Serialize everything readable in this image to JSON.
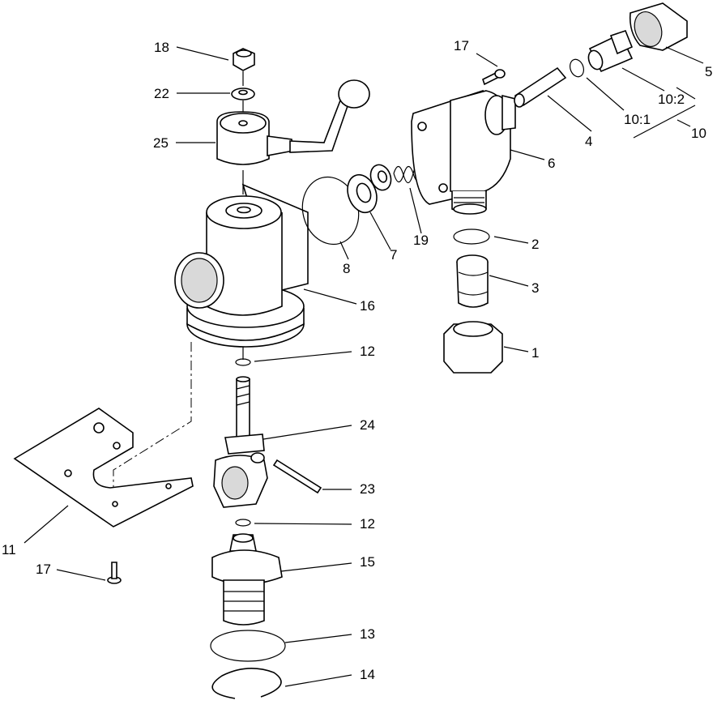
{
  "callouts": {
    "c1": "1",
    "c2": "2",
    "c3": "3",
    "c4": "4",
    "c5": "5",
    "c6": "6",
    "c7": "7",
    "c8": "8",
    "c10": "10",
    "c10_1": "10:1",
    "c10_2": "10:2",
    "c11": "11",
    "c12a": "12",
    "c12b": "12",
    "c13": "13",
    "c14": "14",
    "c15": "15",
    "c16": "16",
    "c17a": "17",
    "c17b": "17",
    "c18": "18",
    "c19": "19",
    "c22": "22",
    "c23": "23",
    "c24": "24",
    "c25": "25"
  }
}
